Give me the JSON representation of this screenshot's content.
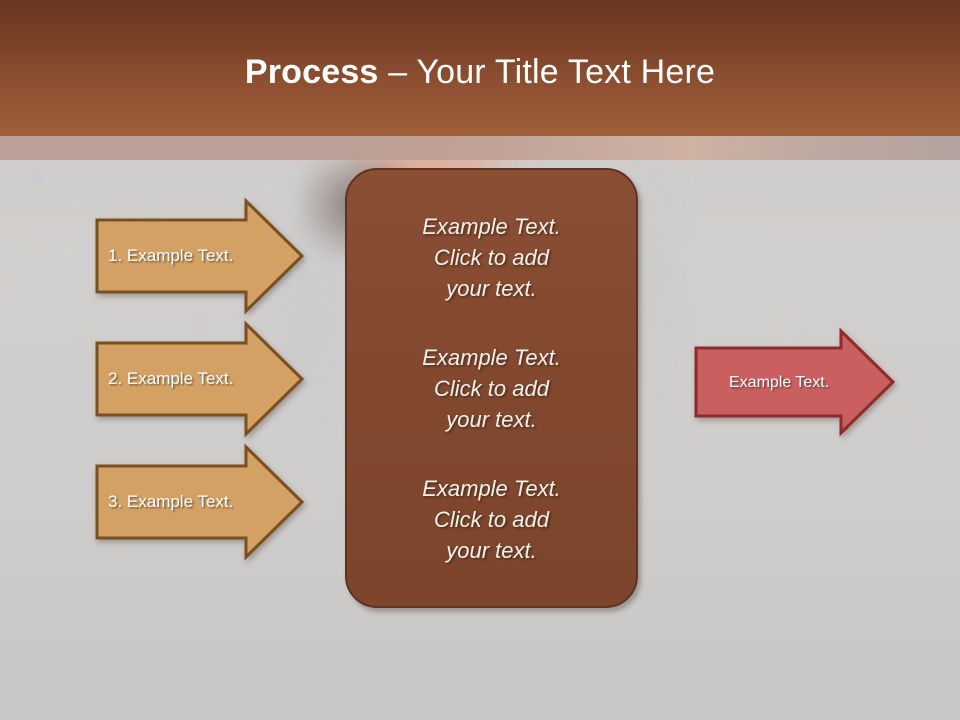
{
  "slide": {
    "title_bold": "Process",
    "title_rest": " – Your Title Text Here"
  },
  "colors": {
    "header_top": "#683520",
    "header_bottom": "#a05f3a",
    "header_strip": "#b89c94",
    "arrow_tan_fill": "#d3a164",
    "arrow_tan_stroke": "#7a5020",
    "center_box_fill": "#82492f",
    "center_box_stroke": "#5e3320",
    "arrow_red_fill": "#c95f5f",
    "arrow_red_stroke": "#8e2b2b",
    "background": "#d0cecd",
    "text_light": "#ffffff"
  },
  "steps": [
    {
      "label": "1. Example Text."
    },
    {
      "label": "2. Example Text."
    },
    {
      "label": "3. Example Text."
    }
  ],
  "center": {
    "paragraphs": [
      "Example Text.\nClick  to add\nyour text.",
      "Example Text.\nClick  to add\nyour text.",
      "Example Text.\nClick  to add\nyour text."
    ]
  },
  "result": {
    "label": "Example Text."
  }
}
